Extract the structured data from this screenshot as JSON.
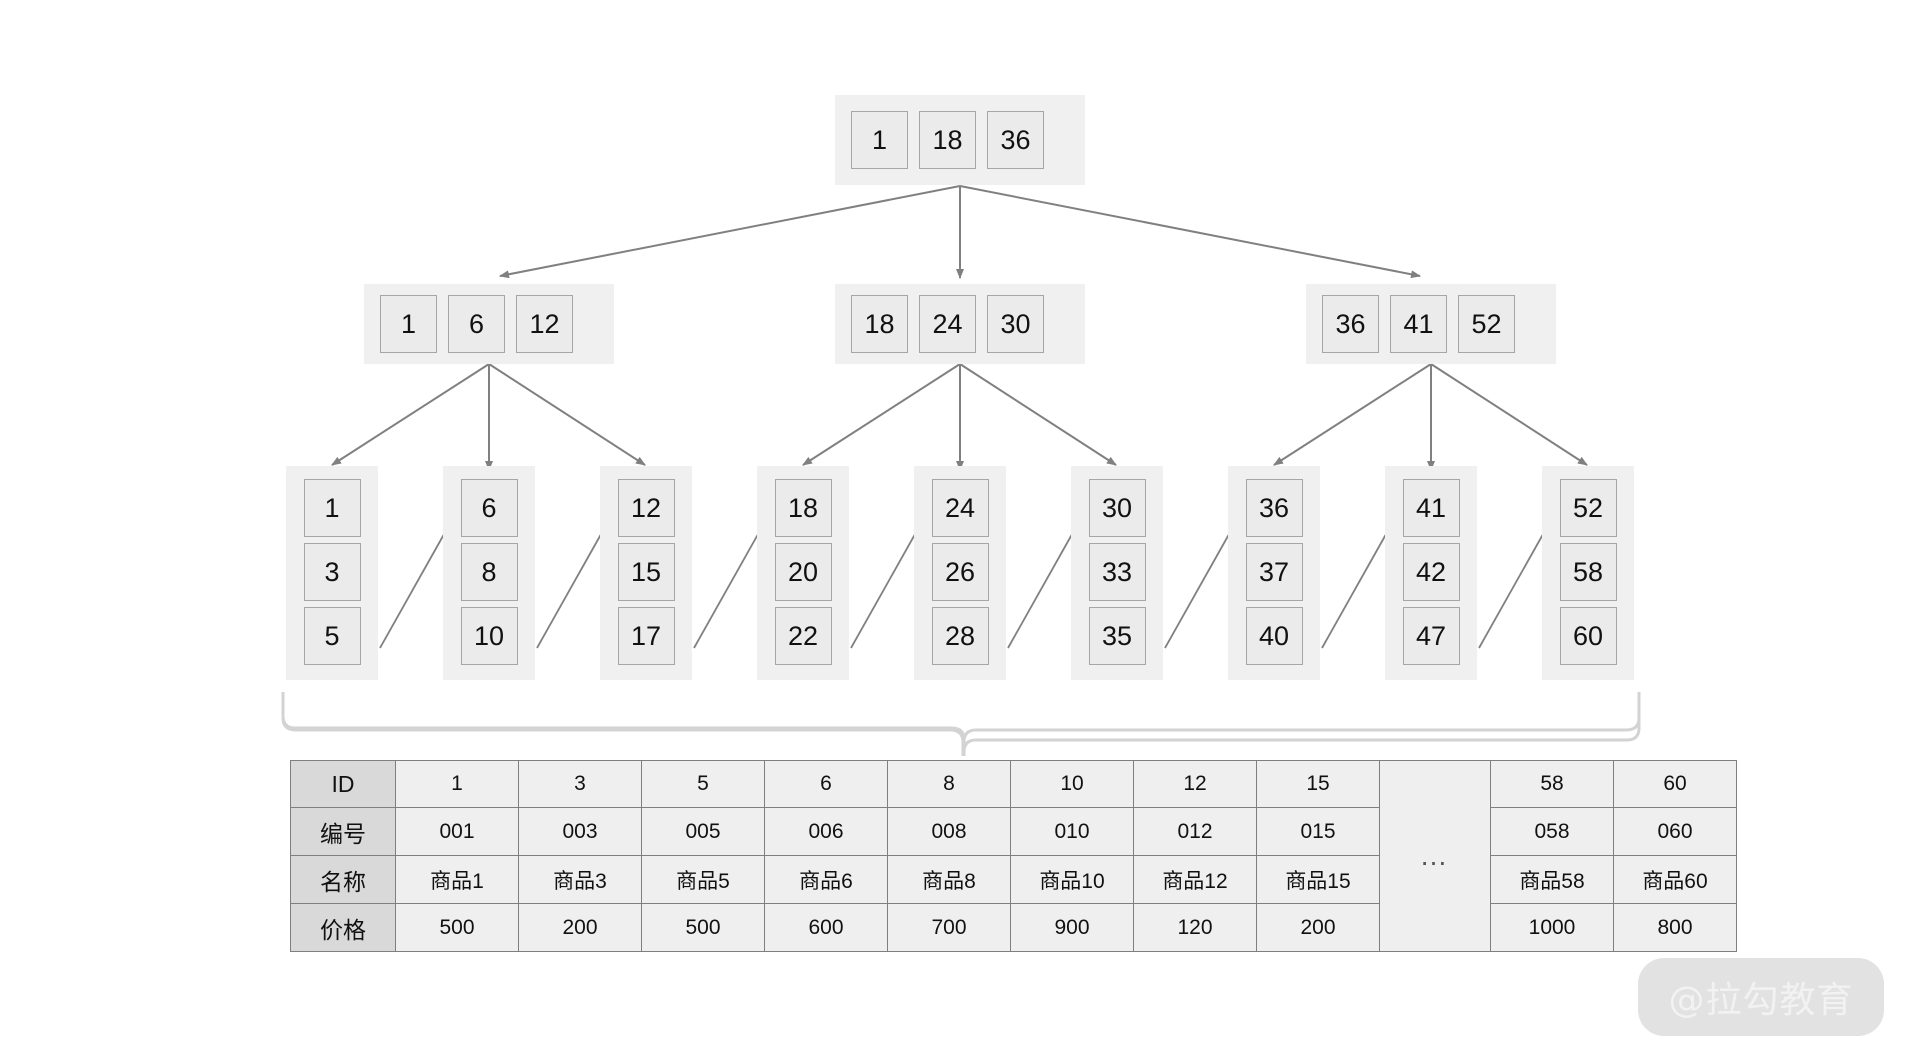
{
  "diagram": {
    "title": "B+ Tree index structure with data table",
    "colors": {
      "node_panel": "#f0f0f0",
      "cell_fill": "#ebebeb",
      "cell_border": "#a6a6a6",
      "arrow": "#808080",
      "brace": "#d0d0d0",
      "table_border": "#7f7f7f",
      "table_fill": "#efefef",
      "table_rowhead_fill": "#d9d9d9",
      "watermark_bg": "#e2e2e2",
      "watermark_text": "#f2f2f2"
    },
    "root": {
      "name": "root-node",
      "keys": [
        "1",
        "18",
        "36"
      ]
    },
    "internal": [
      {
        "name": "internal-node-left",
        "keys": [
          "1",
          "6",
          "12"
        ]
      },
      {
        "name": "internal-node-middle",
        "keys": [
          "18",
          "24",
          "30"
        ]
      },
      {
        "name": "internal-node-right",
        "keys": [
          "36",
          "41",
          "52"
        ]
      }
    ],
    "leaves": [
      {
        "name": "leaf-node-1",
        "keys": [
          "1",
          "3",
          "5"
        ]
      },
      {
        "name": "leaf-node-2",
        "keys": [
          "6",
          "8",
          "10"
        ]
      },
      {
        "name": "leaf-node-3",
        "keys": [
          "12",
          "15",
          "17"
        ]
      },
      {
        "name": "leaf-node-4",
        "keys": [
          "18",
          "20",
          "22"
        ]
      },
      {
        "name": "leaf-node-5",
        "keys": [
          "24",
          "26",
          "28"
        ]
      },
      {
        "name": "leaf-node-6",
        "keys": [
          "30",
          "33",
          "35"
        ]
      },
      {
        "name": "leaf-node-7",
        "keys": [
          "36",
          "37",
          "40"
        ]
      },
      {
        "name": "leaf-node-8",
        "keys": [
          "41",
          "42",
          "47"
        ]
      },
      {
        "name": "leaf-node-9",
        "keys": [
          "52",
          "58",
          "60"
        ]
      }
    ]
  },
  "table": {
    "row_headers": [
      "ID",
      "编号",
      "名称",
      "价格"
    ],
    "ellipsis": "…",
    "columns": [
      {
        "id": "1",
        "code": "001",
        "name": "商品1",
        "price": "500"
      },
      {
        "id": "3",
        "code": "003",
        "name": "商品3",
        "price": "200"
      },
      {
        "id": "5",
        "code": "005",
        "name": "商品5",
        "price": "500"
      },
      {
        "id": "6",
        "code": "006",
        "name": "商品6",
        "price": "600"
      },
      {
        "id": "8",
        "code": "008",
        "name": "商品8",
        "price": "700"
      },
      {
        "id": "10",
        "code": "010",
        "name": "商品10",
        "price": "900"
      },
      {
        "id": "12",
        "code": "012",
        "name": "商品12",
        "price": "120"
      },
      {
        "id": "15",
        "code": "015",
        "name": "商品15",
        "price": "200"
      }
    ],
    "tail_columns": [
      {
        "id": "58",
        "code": "058",
        "name": "商品58",
        "price": "1000"
      },
      {
        "id": "60",
        "code": "060",
        "name": "商品60",
        "price": "800"
      }
    ]
  },
  "watermark": {
    "text": "@拉勾教育"
  }
}
